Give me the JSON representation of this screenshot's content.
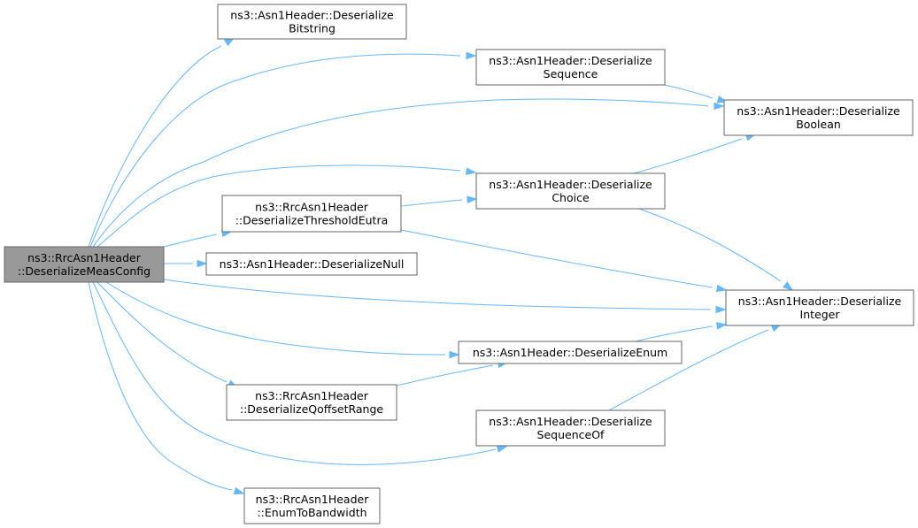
{
  "colors": {
    "edge": "#63b8ff",
    "root_fill": "#999999",
    "node_fill": "#ffffff",
    "border": "#666666"
  },
  "nodes": [
    {
      "id": "root",
      "root": true,
      "lines": [
        "ns3::RrcAsn1Header",
        "::DeserializeMeasConfig"
      ]
    },
    {
      "id": "bitstring",
      "lines": [
        "ns3::Asn1Header::Deserialize",
        "Bitstring"
      ]
    },
    {
      "id": "sequence",
      "lines": [
        "ns3::Asn1Header::Deserialize",
        "Sequence"
      ]
    },
    {
      "id": "boolean",
      "lines": [
        "ns3::Asn1Header::Deserialize",
        "Boolean"
      ]
    },
    {
      "id": "threshold",
      "lines": [
        "ns3::RrcAsn1Header",
        "::DeserializeThresholdEutra"
      ]
    },
    {
      "id": "choice",
      "lines": [
        "ns3::Asn1Header::Deserialize",
        "Choice"
      ]
    },
    {
      "id": "null",
      "lines": [
        "ns3::Asn1Header::DeserializeNull"
      ]
    },
    {
      "id": "integer",
      "lines": [
        "ns3::Asn1Header::Deserialize",
        "Integer"
      ]
    },
    {
      "id": "enum",
      "lines": [
        "ns3::Asn1Header::DeserializeEnum"
      ]
    },
    {
      "id": "qoffset",
      "lines": [
        "ns3::RrcAsn1Header",
        "::DeserializeQoffsetRange"
      ]
    },
    {
      "id": "sequenceof",
      "lines": [
        "ns3::Asn1Header::Deserialize",
        "SequenceOf"
      ]
    },
    {
      "id": "enumbw",
      "lines": [
        "ns3::RrcAsn1Header",
        "::EnumToBandwidth"
      ]
    }
  ],
  "edges": [
    {
      "from": "root",
      "to": "bitstring"
    },
    {
      "from": "root",
      "to": "sequence"
    },
    {
      "from": "root",
      "to": "boolean"
    },
    {
      "from": "root",
      "to": "choice"
    },
    {
      "from": "root",
      "to": "threshold"
    },
    {
      "from": "root",
      "to": "null"
    },
    {
      "from": "root",
      "to": "integer"
    },
    {
      "from": "root",
      "to": "enum"
    },
    {
      "from": "root",
      "to": "qoffset"
    },
    {
      "from": "root",
      "to": "sequenceof"
    },
    {
      "from": "root",
      "to": "enumbw"
    },
    {
      "from": "sequence",
      "to": "boolean"
    },
    {
      "from": "choice",
      "to": "boolean"
    },
    {
      "from": "choice",
      "to": "integer"
    },
    {
      "from": "threshold",
      "to": "choice"
    },
    {
      "from": "threshold",
      "to": "integer"
    },
    {
      "from": "enum",
      "to": "integer"
    },
    {
      "from": "qoffset",
      "to": "enum"
    },
    {
      "from": "sequenceof",
      "to": "integer"
    }
  ]
}
